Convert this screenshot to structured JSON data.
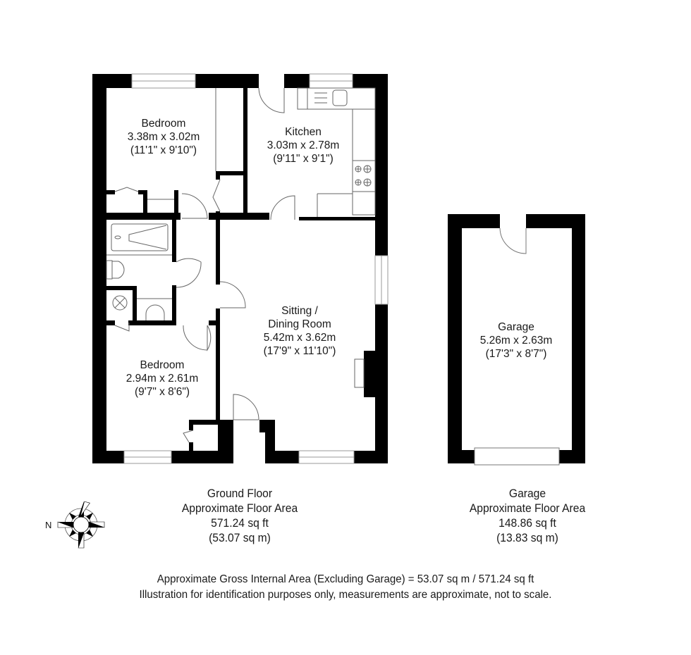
{
  "ground_floor": {
    "rooms": [
      {
        "name": "Bedroom",
        "metric": "3.38m x 3.02m",
        "imperial": "(11'1\" x 9'10\")"
      },
      {
        "name": "Kitchen",
        "metric": "3.03m x 2.78m",
        "imperial": "(9'11\" x 9'1\")"
      },
      {
        "name_line1": "Sitting /",
        "name_line2": "Dining Room",
        "metric": "5.42m x 3.62m",
        "imperial": "(17'9\" x 11'10\")"
      },
      {
        "name": "Bedroom",
        "metric": "2.94m x 2.61m",
        "imperial": "(9'7\" x 8'6\")"
      }
    ],
    "summary": {
      "title": "Ground Floor",
      "subtitle": "Approximate Floor Area",
      "sq_ft": "571.24 sq ft",
      "sq_m": "(53.07 sq m)"
    }
  },
  "garage": {
    "room": {
      "name": "Garage",
      "metric": "5.26m x 2.63m",
      "imperial": "(17'3\" x 8'7\")"
    },
    "summary": {
      "title": "Garage",
      "subtitle": "Approximate Floor Area",
      "sq_ft": "148.86 sq ft",
      "sq_m": "(13.83 sq m)"
    }
  },
  "compass": {
    "icon": "compass-rose-icon",
    "north_label": "N"
  },
  "footer": {
    "gross_area": "Approximate Gross Internal Area (Excluding Garage) = 53.07 sq m / 571.24 sq ft",
    "disclaimer": "Illustration for identification purposes only, measurements are approximate, not to scale."
  },
  "colors": {
    "wall": "#000000",
    "fixture_line": "#666666",
    "background": "#ffffff",
    "text": "#1a1a1a"
  }
}
